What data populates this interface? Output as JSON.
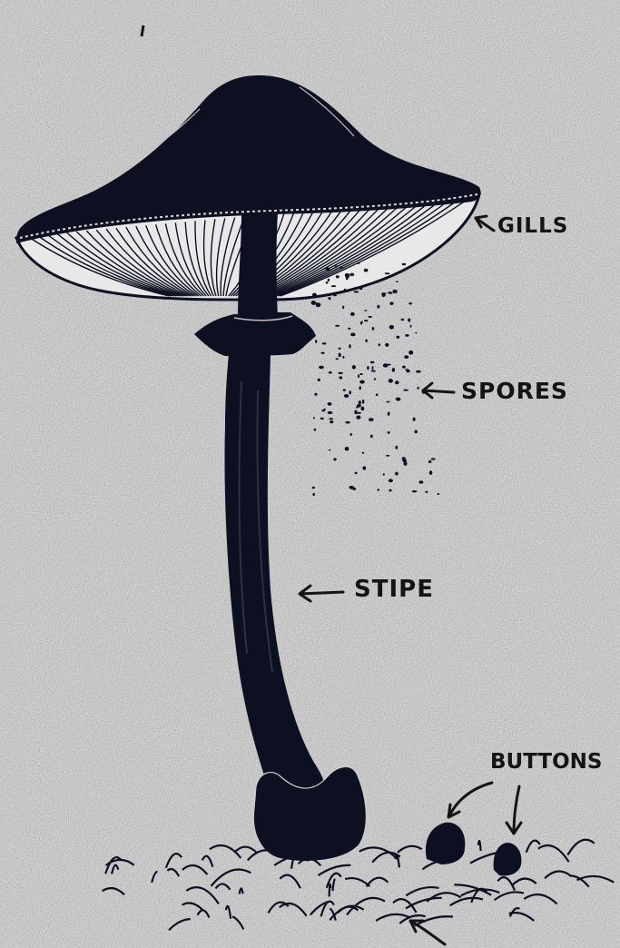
{
  "labels": {
    "gills": "GILLS",
    "spores": "SPORES",
    "stipe": "STIPE",
    "buttons": "BUTTONS"
  },
  "colors": {
    "paper": "#d2d2d2",
    "ink": "#0d1020",
    "text": "#141414"
  }
}
